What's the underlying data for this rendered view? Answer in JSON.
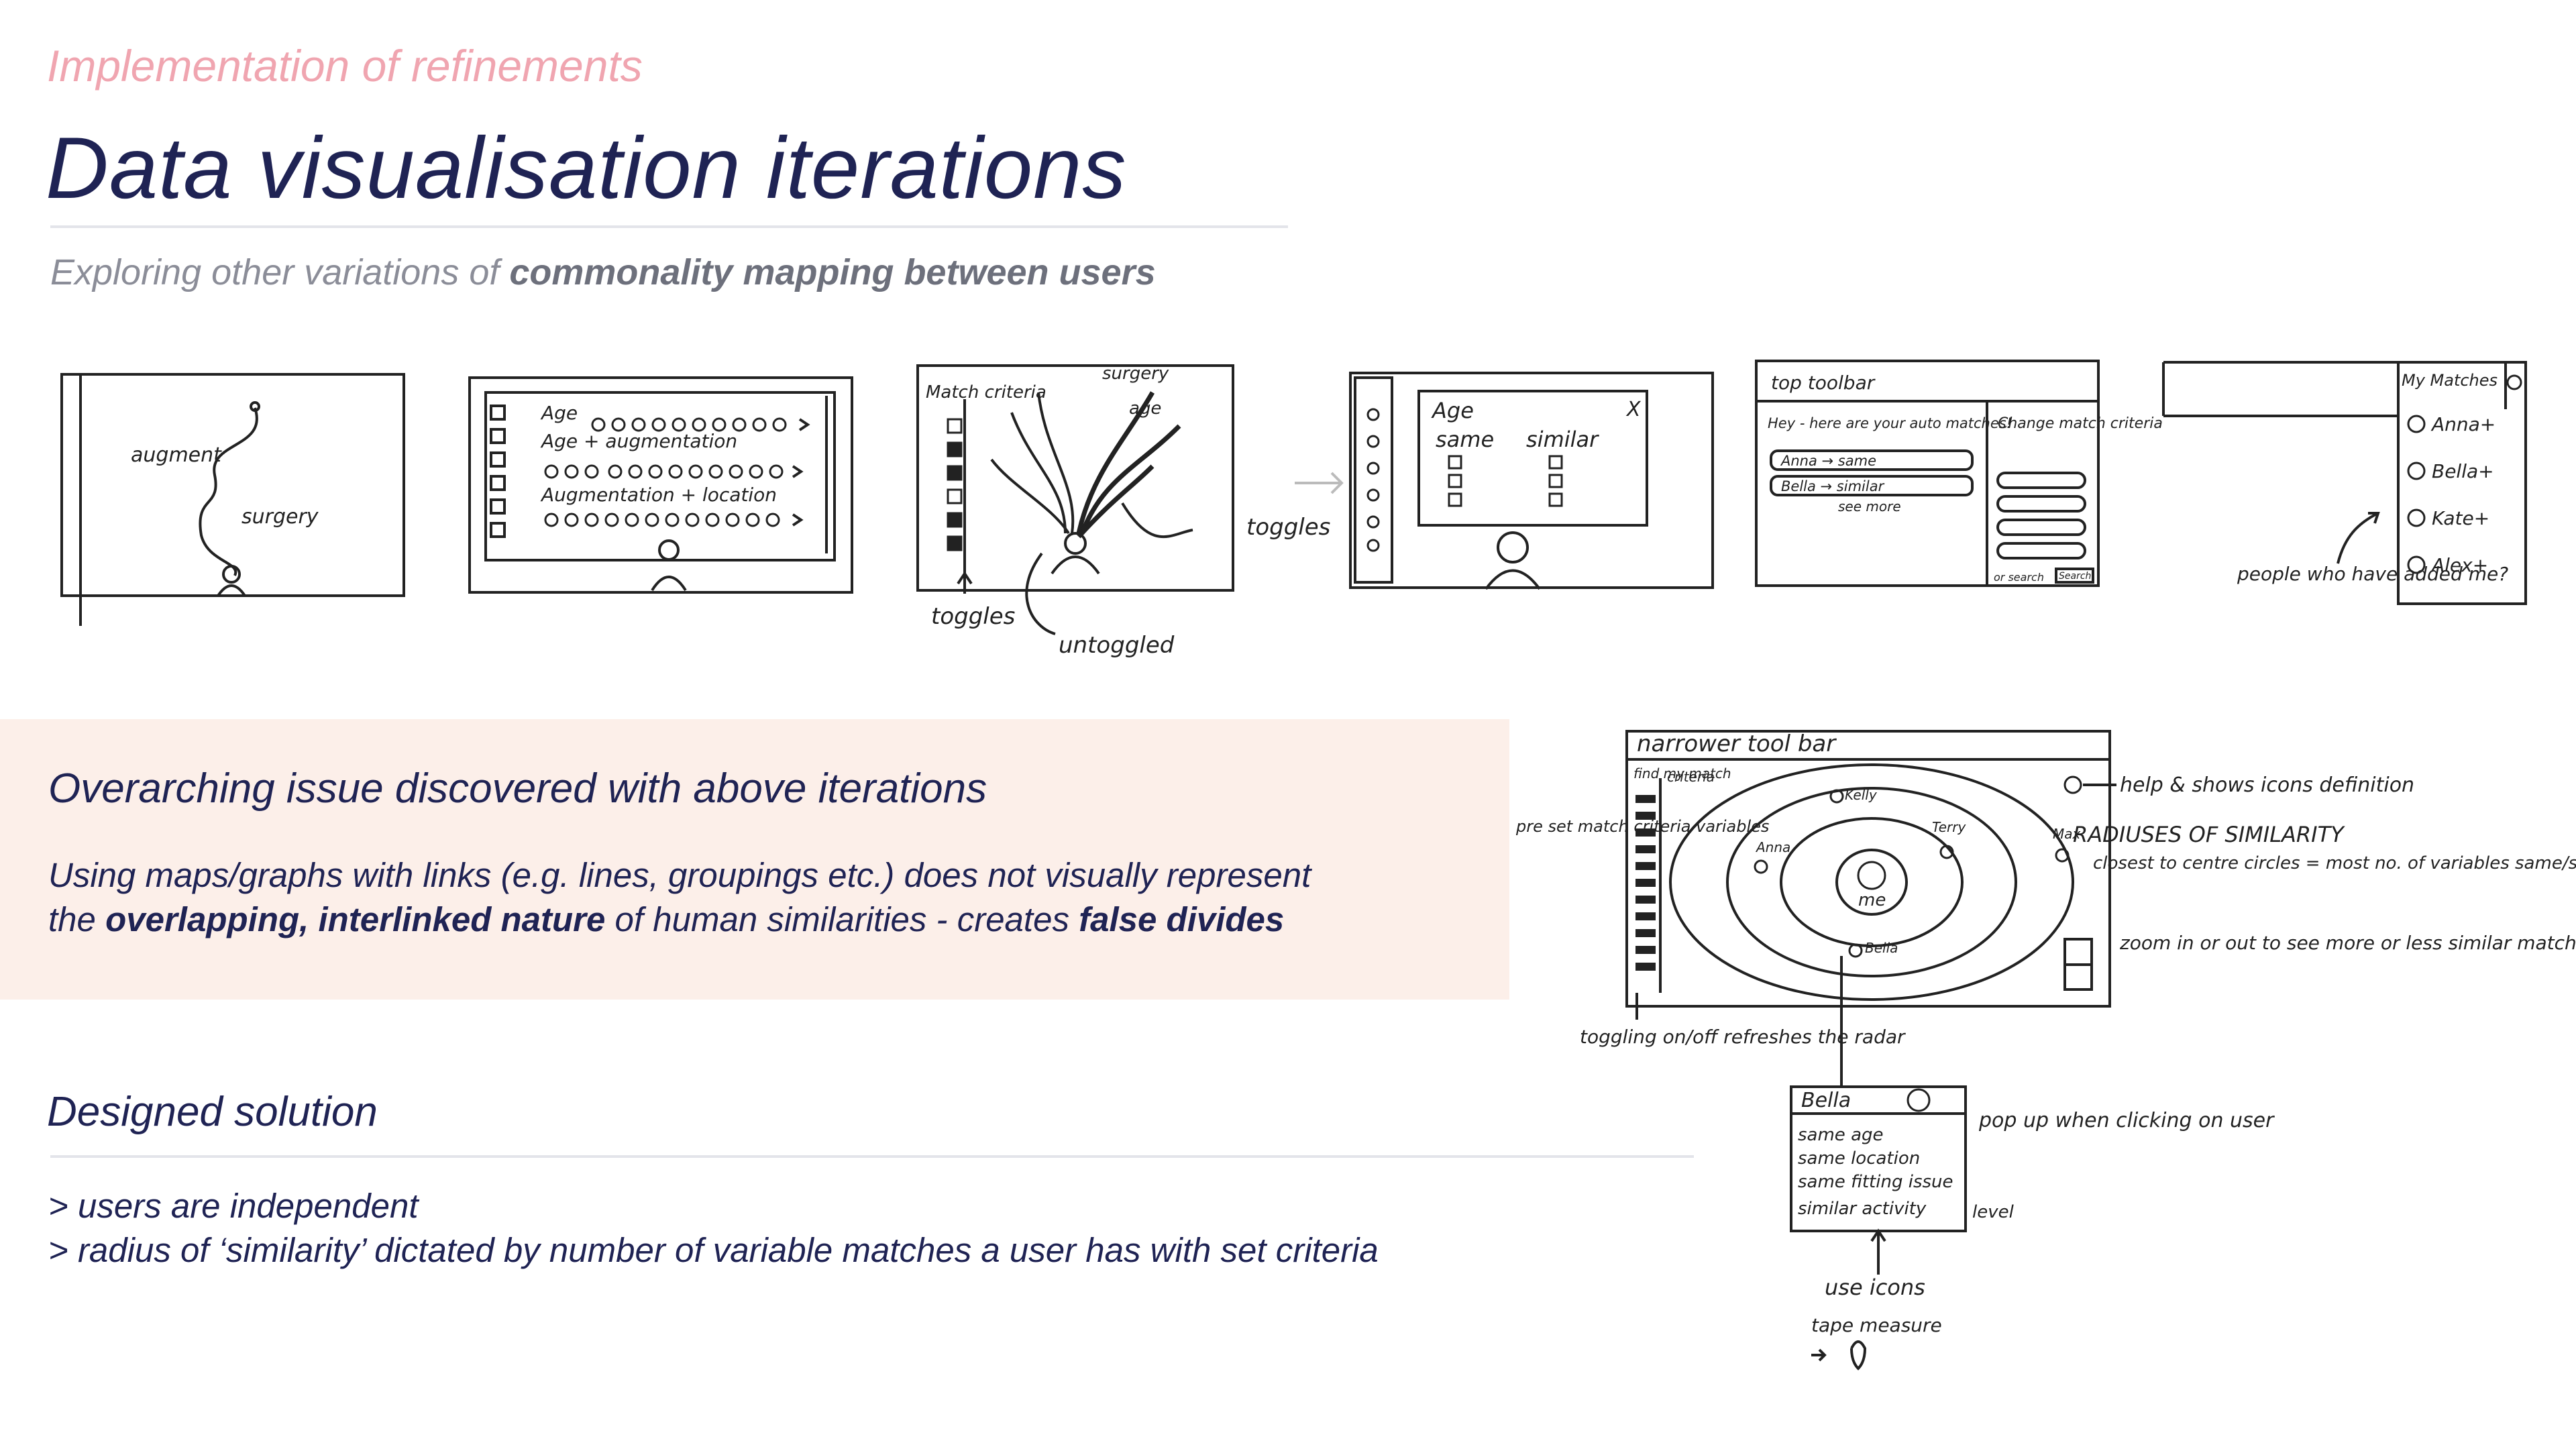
{
  "header": {
    "kicker": "Implementation of refinements",
    "title": "Data visualisation iterations",
    "subtitle_prefix": "Exploring other variations of ",
    "subtitle_bold": "commonality mapping between users"
  },
  "sketches": {
    "s1": {
      "label_augment": "augment",
      "label_surgery": "surgery"
    },
    "s2": {
      "row1": "Age",
      "row2": "Age + augmentation",
      "row3": "Augmentation + location"
    },
    "s3": {
      "criteria": "Match criteria",
      "surgery": "surgery",
      "age": "age",
      "toggles_left": "toggles",
      "untoggled": "untoggled",
      "toggles_right": "toggles"
    },
    "s4": {
      "age": "Age",
      "same": "same",
      "similar": "similar",
      "close": "X"
    },
    "s5": {
      "toolbar": "top toolbar",
      "greeting": "Hey - here are your auto matches!",
      "match1": "Anna → same",
      "match2": "Bella → similar",
      "see_more": "see more",
      "change": "Change match criteria",
      "search_hint": "or search",
      "search_btn": "Search"
    },
    "s6": {
      "heading": "My Matches",
      "items": [
        "Anna+",
        "Bella+",
        "Kate+",
        "Alex+"
      ],
      "note": "people who have added me?"
    },
    "final": {
      "toolbar": "narrower tool bar",
      "find": "find my match",
      "criteria": "criteria",
      "pre_set": "pre set match criteria variables",
      "names": {
        "kelly": "Kelly",
        "terry": "Terry",
        "anna": "Anna",
        "max": "Max",
        "bella": "Bella",
        "me": "me"
      },
      "help_note": "help & shows icons definition",
      "radius_title": "RADIUSES OF SIMILARITY",
      "radius_note": "closest to centre circles = most no. of variables same/similar",
      "zoom_note": "zoom in or out to see more or less similar matches",
      "toggle_note": "toggling on/off refreshes the radar",
      "popup_name": "Bella",
      "popup_lines": [
        "same age",
        "same location",
        "same fitting issue",
        "similar activity"
      ],
      "popup_note": "pop up when clicking on user",
      "level": "level",
      "use_icons": "use icons",
      "tape": "tape measure"
    }
  },
  "issue": {
    "heading": "Overarching issue discovered with above iterations",
    "line1": "Using maps/graphs with links (e.g. lines, groupings etc.) does not visually represent",
    "line2_a": "the ",
    "line2_b": "overlapping, interlinked nature",
    "line2_c": " of human similarities - creates ",
    "line2_d": "false divides"
  },
  "solution": {
    "heading": "Designed solution",
    "line1": "> users are independent",
    "line2": "> radius of ‘similarity’ dictated by number of variable matches a user has with set criteria"
  },
  "colors": {
    "navy": "#1f2354",
    "pink": "#f0a5b0",
    "grey": "#8b8d98",
    "peach": "#fcefe9",
    "rule": "#e3e4ea"
  }
}
